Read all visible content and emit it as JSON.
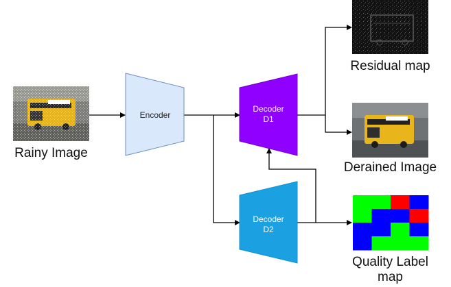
{
  "nodes": {
    "encoder": "Encoder",
    "decoder_d1": [
      "Decoder",
      "D1"
    ],
    "decoder_d2": [
      "Decoder",
      "D2"
    ]
  },
  "labels": {
    "rainy_image": "Rainy Image",
    "residual_map": "Residual map",
    "derained_image": "Derained Image",
    "quality_label_map": [
      "Quality Label",
      "map"
    ]
  },
  "colors": {
    "encoder_fill": "#dae8fc",
    "encoder_stroke": "#6c8ebf",
    "decoder_d1_fill": "#8f00ff",
    "decoder_d2_fill": "#1ba1e2",
    "grid_green": "#00ff00",
    "grid_red": "#ff0000",
    "grid_blue": "#0000ff"
  },
  "quality_grid": [
    [
      "green",
      "green",
      "red",
      "blue"
    ],
    [
      "green",
      "blue",
      "blue",
      "red"
    ],
    [
      "blue",
      "blue",
      "green",
      "blue"
    ],
    [
      "blue",
      "green",
      "green",
      "green"
    ]
  ]
}
